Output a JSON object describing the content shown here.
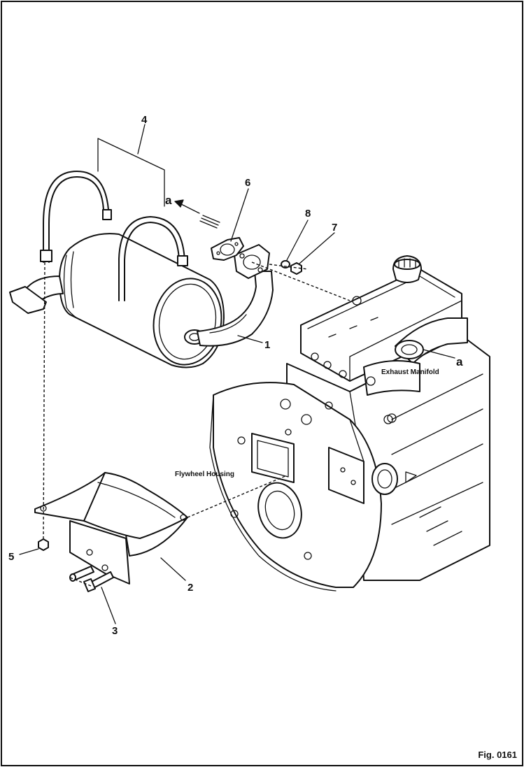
{
  "callouts": {
    "c1": "1",
    "c2": "2",
    "c3": "3",
    "c4": "4",
    "c5": "5",
    "c6": "6",
    "c7": "7",
    "c8": "8"
  },
  "reference_letters": {
    "a_left": "a",
    "a_right": "a"
  },
  "labels": {
    "exhaust_manifold": "Exhaust Manifold",
    "flywheel_housing": "Flywheel Housing"
  },
  "figure_number": "Fig. 0161"
}
